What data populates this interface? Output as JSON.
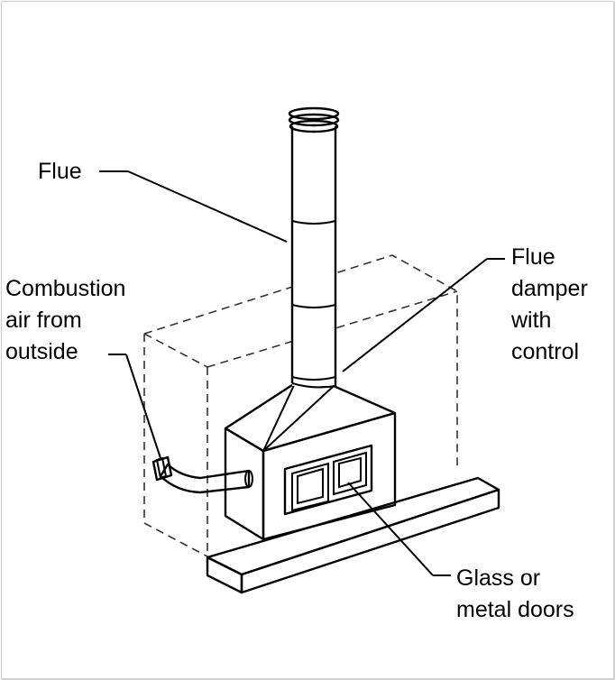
{
  "labels": {
    "flue": "Flue",
    "combustion_air": [
      "Combustion",
      "air from",
      "outside"
    ],
    "flue_damper": [
      "Flue",
      "damper",
      "with",
      "control"
    ],
    "doors": [
      "Glass or",
      "metal doors"
    ]
  }
}
